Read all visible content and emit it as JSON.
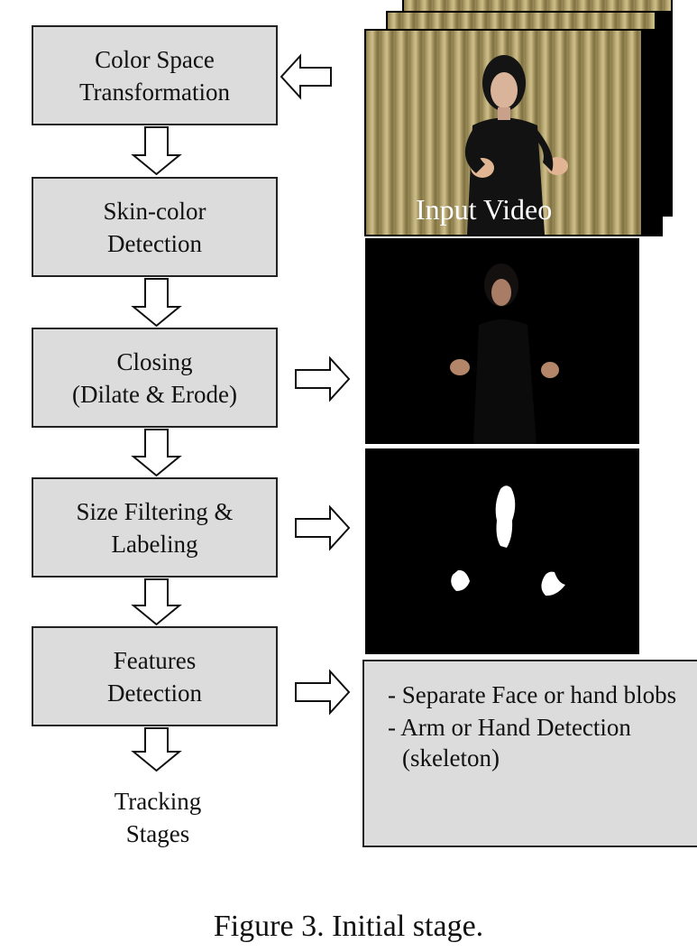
{
  "flowchart": {
    "steps": [
      {
        "label": "Color Space\nTransformation"
      },
      {
        "label": "Skin-color\nDetection"
      },
      {
        "label": "Closing\n(Dilate & Erode)"
      },
      {
        "label": "Size Filtering &\nLabeling"
      },
      {
        "label": "Features\nDetection"
      }
    ],
    "end_label": "Tracking\nStages"
  },
  "images": {
    "input_video_label": "Input Video"
  },
  "notes": {
    "items": [
      "- Separate Face or hand blobs",
      "- Arm or Hand Detection (skeleton)"
    ]
  },
  "caption": "Figure 3. Initial stage.",
  "colors": {
    "box_fill": "#dcdcdc",
    "box_border": "#222222",
    "arrow_fill": "#ffffff",
    "arrow_stroke": "#111111"
  }
}
